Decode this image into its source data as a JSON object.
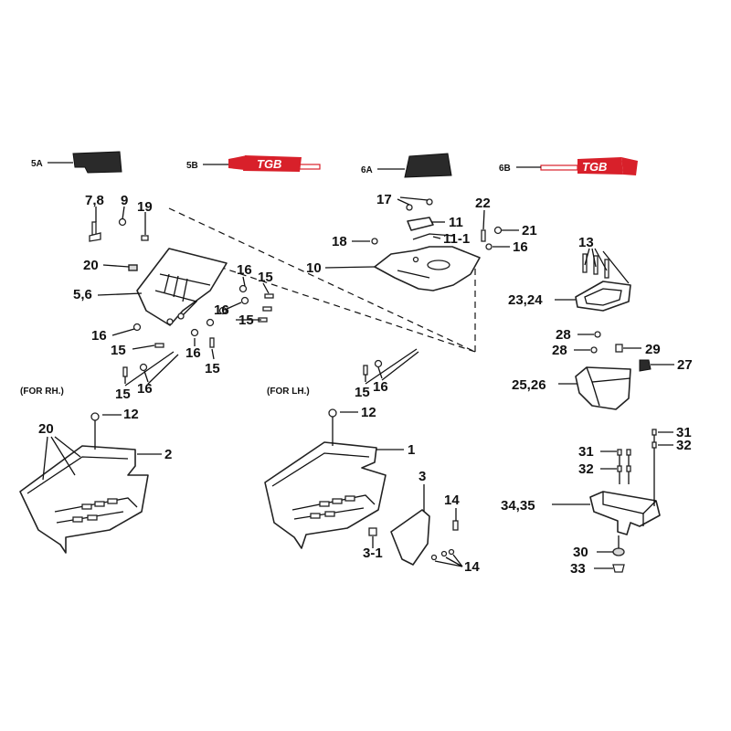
{
  "decals": {
    "d5a": "5A",
    "d5b": "5B",
    "d6a": "6A",
    "d6b": "6B",
    "logo_text": "TGB",
    "red": "#d8202a"
  },
  "notes": {
    "rh": "(FOR RH.)",
    "lh": "(FOR LH.)"
  },
  "labels": {
    "l78": "7,8",
    "l9": "9",
    "l19": "19",
    "l20a": "20",
    "l56": "5,6",
    "l16a": "16",
    "l15a": "15",
    "l16b": "16",
    "l15b": "15",
    "l16c": "16",
    "l15c": "15",
    "l16d": "16",
    "l15d": "15",
    "l15e": "15",
    "l16e": "16",
    "l12a": "12",
    "l20b": "20",
    "l2": "2",
    "l15f": "15",
    "l16f": "16",
    "l12b": "12",
    "l1": "1",
    "l3": "3",
    "l14a": "14",
    "l31": "3-1",
    "l14b": "14",
    "l17": "17",
    "l11": "11",
    "l22": "22",
    "l21": "21",
    "l18": "18",
    "l111": "11-1",
    "l16g": "16",
    "l10": "10",
    "l13": "13",
    "l2324": "23,24",
    "l28a": "28",
    "l28b": "28",
    "l29": "29",
    "l27": "27",
    "l2526": "25,26",
    "l31a": "31",
    "l32a": "32",
    "l31b": "31",
    "l32b": "32",
    "l3435": "34,35",
    "l30": "30",
    "l33": "33"
  }
}
